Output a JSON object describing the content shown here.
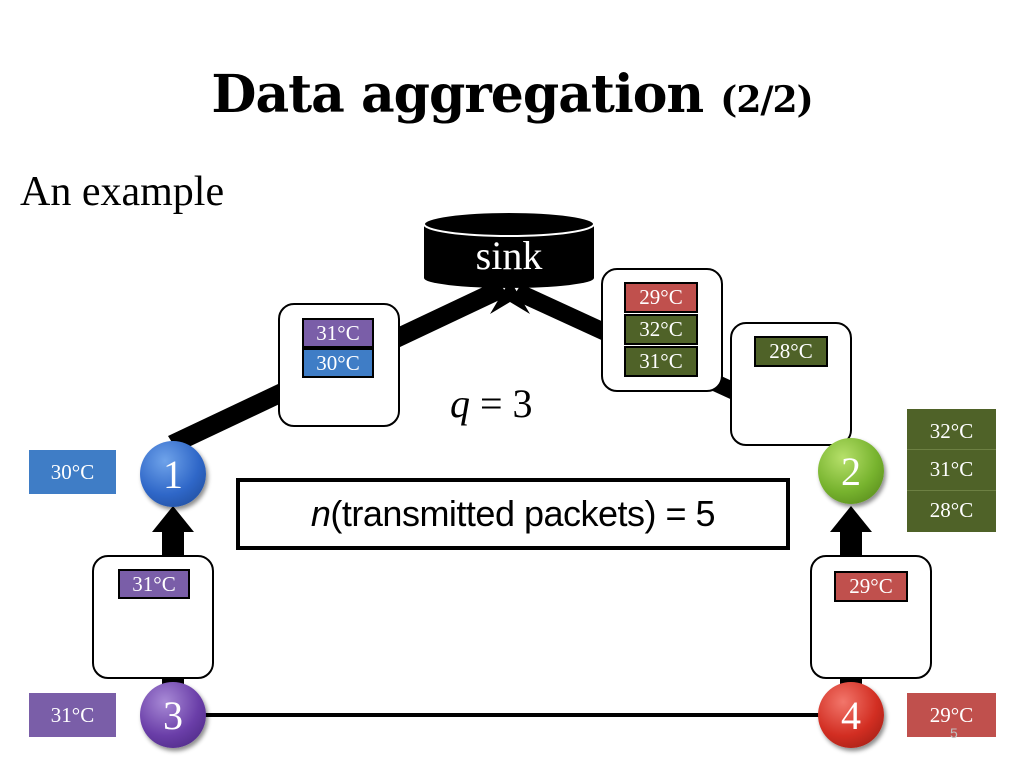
{
  "title": {
    "main": "Data aggregation",
    "suffix": "(2/2)"
  },
  "subtitle": "An example",
  "sink_label": "sink",
  "q_label": {
    "var": "q",
    "rest": " = 3"
  },
  "transmitted": {
    "var": "n",
    "rest": "(transmitted packets) = 5"
  },
  "page_number": "5",
  "colors": {
    "purple": "#7a5ea8",
    "blue": "#3f7dc6",
    "red": "#c0504d",
    "olive": "#4f6228"
  },
  "nodes": [
    {
      "id": "1",
      "color": "blue"
    },
    {
      "id": "2",
      "color": "green"
    },
    {
      "id": "3",
      "color": "purple"
    },
    {
      "id": "4",
      "color": "red"
    }
  ],
  "node_readings": {
    "node1": "30°C",
    "node2": [
      "32°C",
      "31°C",
      "28°C"
    ],
    "node3": "31°C",
    "node4": "29°C"
  },
  "packets": {
    "p3_to_1": [
      "31°C"
    ],
    "p1_to_sink": [
      "31°C",
      "30°C"
    ],
    "p4_to_2": [
      "29°C"
    ],
    "p2_to_sink_small": [
      "28°C"
    ],
    "p2_to_sink": [
      "29°C",
      "32°C",
      "31°C"
    ]
  }
}
